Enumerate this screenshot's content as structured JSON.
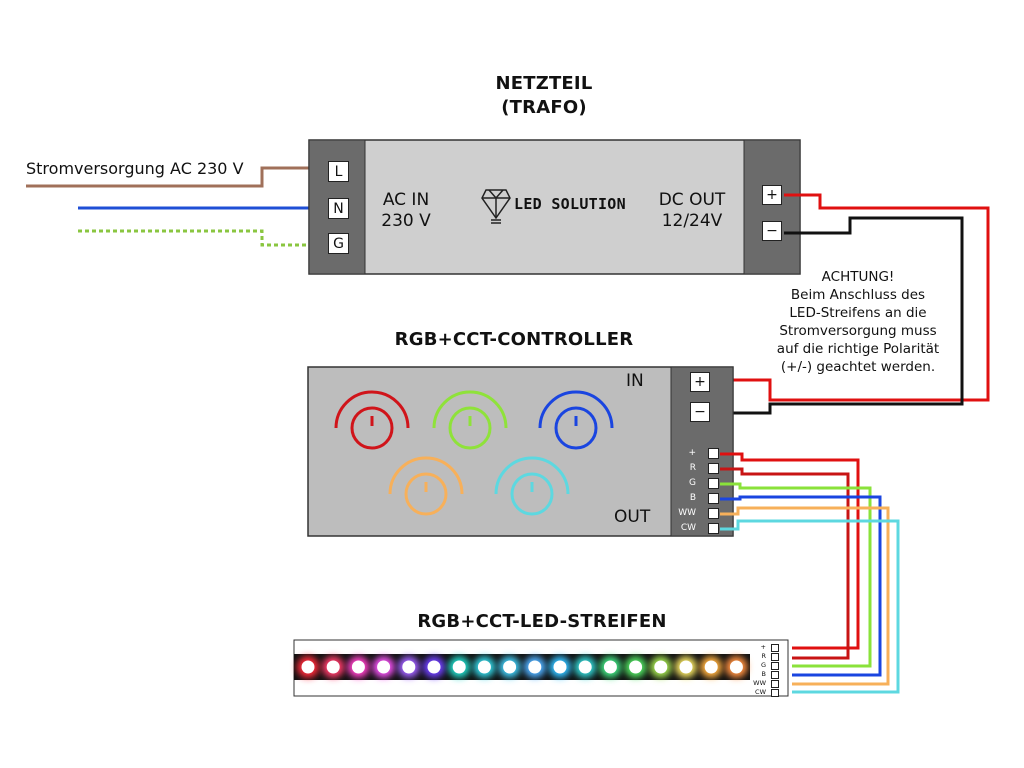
{
  "titles": {
    "power_supply_line1": "NETZTEIL",
    "power_supply_line2": "(TRAFO)",
    "controller": "RGB+CCT-CONTROLLER",
    "strip": "RGB+CCT-LED-STREIFEN"
  },
  "mains": {
    "label": "Stromversorgung AC 230 V",
    "wire_colors": {
      "L": "#a0705a",
      "N": "#1f4fd6",
      "G": "#8ac640"
    }
  },
  "power_supply": {
    "input_terminals": [
      "L",
      "N",
      "G"
    ],
    "ac_in_line1": "AC IN",
    "ac_in_line2": "230 V",
    "logo": "LED SOLUTION",
    "dc_out_line1": "DC OUT",
    "dc_out_line2": "12/24V",
    "output_terminals": [
      "+",
      "−"
    ]
  },
  "warning": {
    "line1": "ACHTUNG!",
    "line2": "Beim Anschluss des",
    "line3": "LED-Streifens an die",
    "line4": "Stromversorgung muss",
    "line5": "auf die richtige Polarität",
    "line6": "(+/-) geachtet werden."
  },
  "controller": {
    "in_label": "IN",
    "out_label": "OUT",
    "input_terminals": [
      "+",
      "−"
    ],
    "output_channels": [
      "+",
      "R",
      "G",
      "B",
      "WW",
      "CW"
    ],
    "knob_colors": [
      "#d0141a",
      "#8fe23a",
      "#1a45e0",
      "#f7b05a",
      "#5dd8e0"
    ]
  },
  "strip": {
    "channels": [
      "+",
      "R",
      "G",
      "B",
      "WW",
      "CW"
    ],
    "led_colors": [
      "#ff2a3a",
      "#ff3a6a",
      "#ff40c8",
      "#f050f0",
      "#a060ff",
      "#7040ff",
      "#20d8c8",
      "#30d0e0",
      "#40c8f0",
      "#50b0ff",
      "#30c0ff",
      "#30d0d0",
      "#40e080",
      "#50e060",
      "#a0e050",
      "#f0e060",
      "#ffb040",
      "#ff9040"
    ]
  },
  "wire_colors": {
    "plus": "#e01010",
    "minus": "#111111",
    "R": "#c81414",
    "G": "#8ae23a",
    "B": "#1a45e0",
    "WW": "#f7b05a",
    "CW": "#5dd8e0"
  }
}
